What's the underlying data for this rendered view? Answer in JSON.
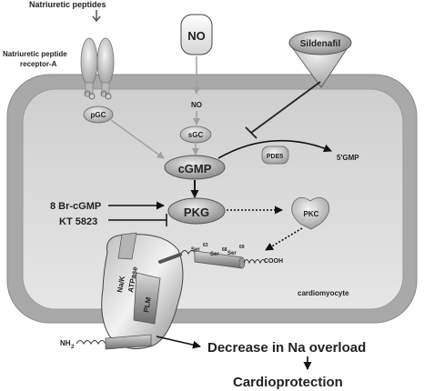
{
  "labels": {
    "natriuretic_peptides": "Natriuretic peptides",
    "receptor_line1": "Natriuretic peptide",
    "receptor_line2": "receptor-A",
    "pgc": "pGC",
    "no_outside": "NO",
    "no_inside": "NO",
    "sgc": "sGC",
    "sildenafil": "Sildenafil",
    "pde5": "PDE5",
    "gmp5": "5'GMP",
    "cgmp": "cGMP",
    "pkg": "PKG",
    "pkc": "PKC",
    "br_cgmp": "8 Br-cGMP",
    "kt5823": "KT 5823",
    "cardiomyocyte": "cardiomyocyte",
    "nak": "Na/K",
    "atpase": "ATPase",
    "plm": "PLM",
    "nh2": "NH",
    "nh2_sub": "2",
    "cooh": "COOH",
    "ser63": "Ser",
    "ser63_num": "63",
    "ser68": "Ser",
    "ser68_num": "68",
    "ser69": "Ser",
    "ser69_num": "69",
    "decrease": "Decrease in Na overload",
    "cardioprotection": "Cardioprotection"
  }
}
